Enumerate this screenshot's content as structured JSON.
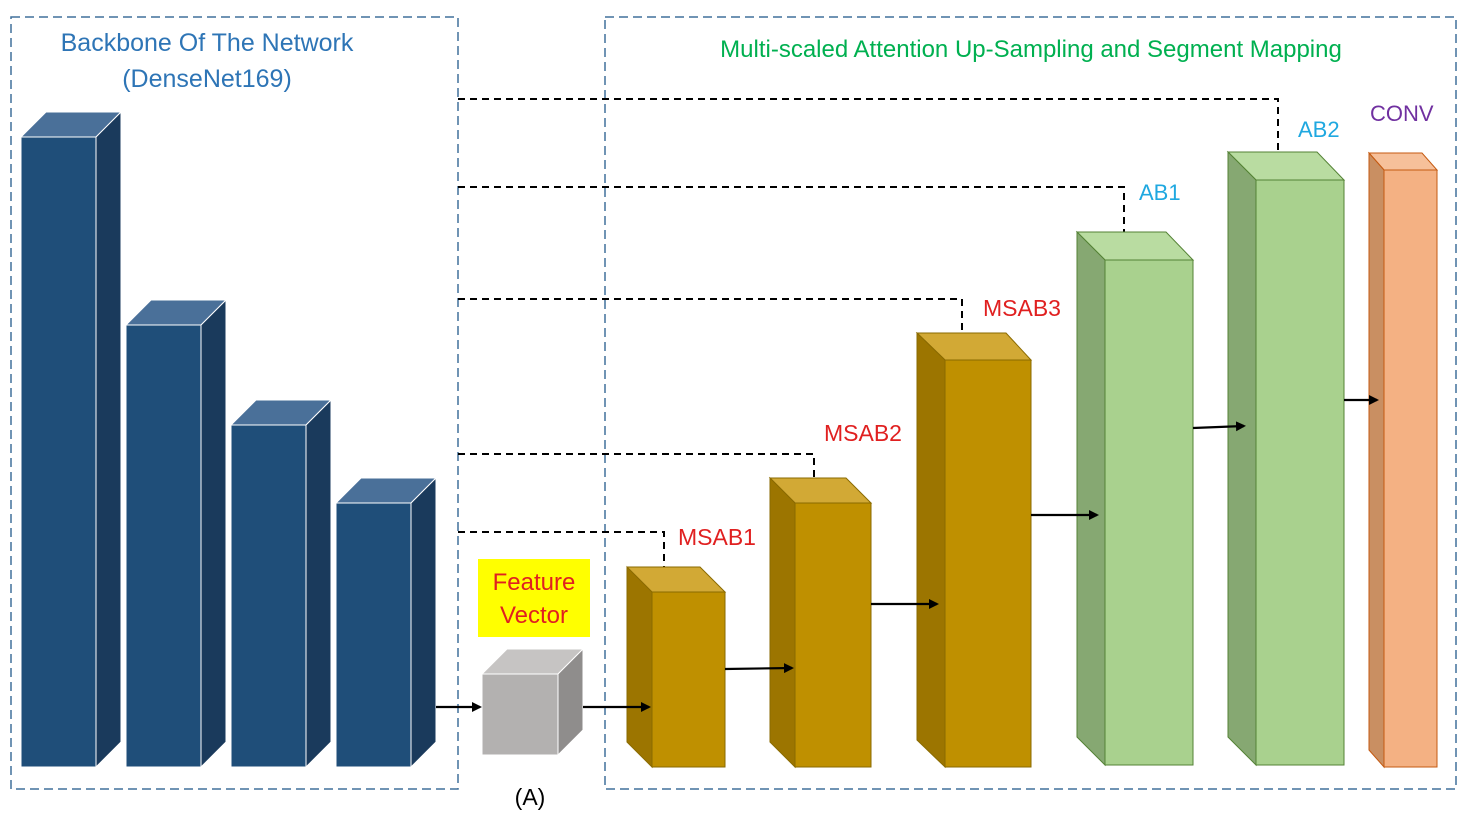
{
  "backbone": {
    "title_line1": "Backbone Of The Network",
    "title_line2": "(DenseNet169)"
  },
  "decoder": {
    "title": "Multi-scaled Attention Up-Sampling and Segment Mapping"
  },
  "feature_vector": {
    "line1": "Feature",
    "line2": "Vector"
  },
  "caption": "(A)",
  "blocks": {
    "msab1": "MSAB1",
    "msab2": "MSAB2",
    "msab3": "MSAB3",
    "ab1": "AB1",
    "ab2": "AB2",
    "conv": "CONV"
  },
  "colors": {
    "backbone_front": "#1f4e79",
    "backbone_top": "#4a7099",
    "backbone_side": "#1a3a5c",
    "cube_front": "#b3b1b0",
    "cube_top": "#c6c4c3",
    "cube_side": "#8f8d8c",
    "msab_front": "#bf9000",
    "msab_top": "#d2a935",
    "msab_side": "#9c7500",
    "ab_front": "#a9d18e",
    "ab_top": "#b9dca1",
    "ab_side": "#86a872",
    "conv_front": "#f4b183",
    "conv_top": "#f6c09a",
    "conv_side": "#c98f62",
    "backbone_title": "#2e75b6",
    "decoder_title": "#00b050",
    "msab_label": "#e02020",
    "ab_label": "#1fa8e0",
    "conv_label": "#7030a0",
    "feature_bg": "#ffff00",
    "feature_text": "#e02020",
    "dashed_box": "#41719c"
  }
}
